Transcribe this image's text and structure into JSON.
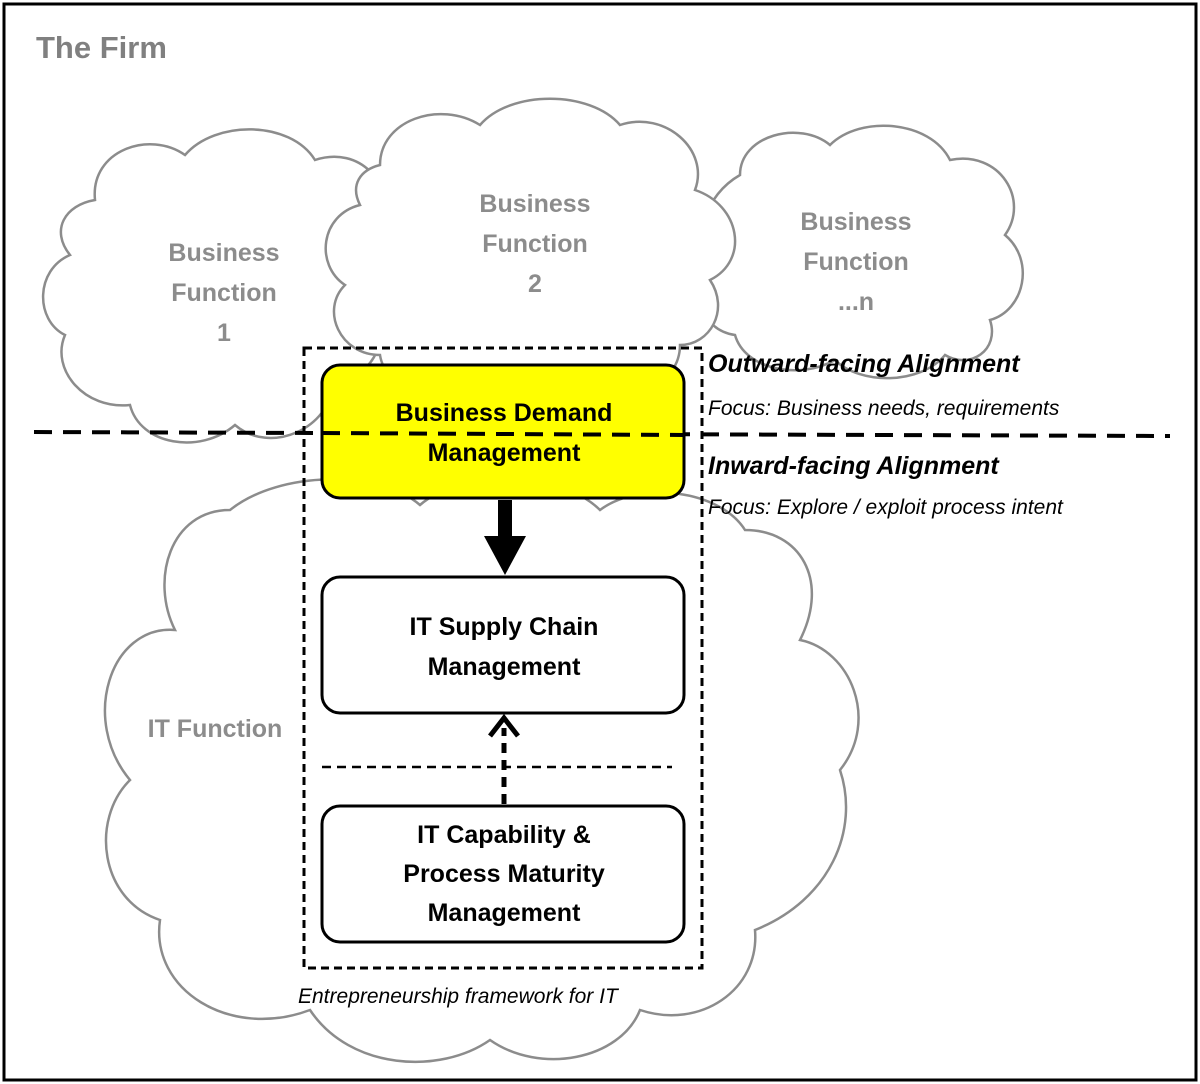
{
  "firm_title": "The Firm",
  "clouds": {
    "business_function_1": [
      "Business",
      "Function",
      "1"
    ],
    "business_function_2": [
      "Business",
      "Function",
      "2"
    ],
    "business_function_n": [
      "Business",
      "Function",
      "...n"
    ],
    "it_function": "IT Function"
  },
  "boxes": {
    "business_demand": [
      "Business Demand",
      "Management"
    ],
    "it_supply_chain": [
      "IT Supply Chain",
      "Management"
    ],
    "it_capability": [
      "IT Capability &",
      "Process Maturity",
      "Management"
    ]
  },
  "alignment": {
    "outward_title": "Outward-facing  Alignment",
    "outward_focus": "Focus:  Business needs, requirements",
    "inward_title": "Inward-facing Alignment",
    "inward_focus": "Focus:  Explore /  exploit process intent"
  },
  "framework_caption": "Entrepreneurship framework for IT",
  "colors": {
    "demand_fill": "#ffff00",
    "cloud_stroke": "#8c8c8c",
    "cloud_text": "#8c8c8c"
  }
}
